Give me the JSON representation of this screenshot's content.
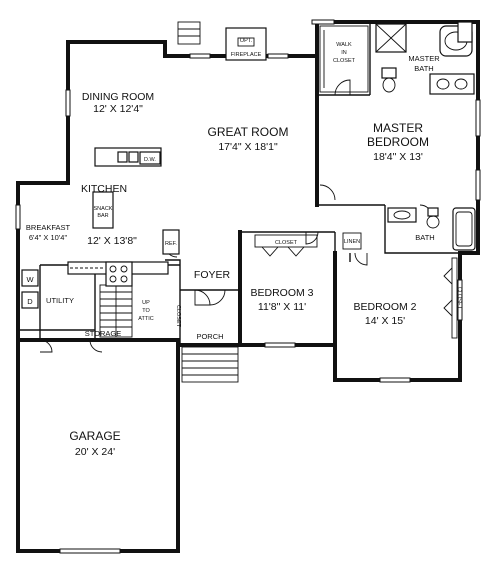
{
  "rooms": {
    "dining_room": {
      "name": "DINING ROOM",
      "dims": "12' X 12'4\""
    },
    "great_room": {
      "name": "GREAT ROOM",
      "dims": "17'4\" X 18'1\""
    },
    "master_bedroom": {
      "name1": "MASTER",
      "name2": "BEDROOM",
      "dims": "18'4\" X 13'"
    },
    "kitchen": {
      "name": "KITCHEN",
      "dims": "12' X 13'8\""
    },
    "breakfast": {
      "name": "BREAKFAST",
      "dims": "6'4\" X 10'4\""
    },
    "utility": {
      "name": "UTILITY"
    },
    "storage": {
      "name": "STORAGE"
    },
    "foyer": {
      "name": "FOYER"
    },
    "porch": {
      "name": "PORCH"
    },
    "bedroom3": {
      "name": "BEDROOM 3",
      "dims": "11'8\" X 11'"
    },
    "bedroom2": {
      "name": "BEDROOM 2",
      "dims": "14' X 15'"
    },
    "bath": {
      "name": "BATH"
    },
    "master_bath": {
      "name1": "MASTER",
      "name2": "BATH"
    },
    "garage": {
      "name": "GARAGE",
      "dims": "20' X 24'"
    }
  },
  "fixtures": {
    "fireplace": {
      "line1": "OPT.",
      "line2": "FIREPLACE"
    },
    "walk_in_closet": {
      "line1": "WALK",
      "line2": "IN",
      "line3": "CLOSET"
    },
    "closet_b3": "CLOSET",
    "closet_foyer": "CLOSET",
    "closet_b2": "CLOSET",
    "linen": "LINEN",
    "ref": "REF.",
    "dw": "D.W.",
    "snack_bar": {
      "line1": "SNACK",
      "line2": "BAR"
    },
    "washer": "W",
    "dryer": "D",
    "up_to_attic": {
      "line1": "UP",
      "line2": "TO",
      "line3": "ATTIC"
    }
  }
}
